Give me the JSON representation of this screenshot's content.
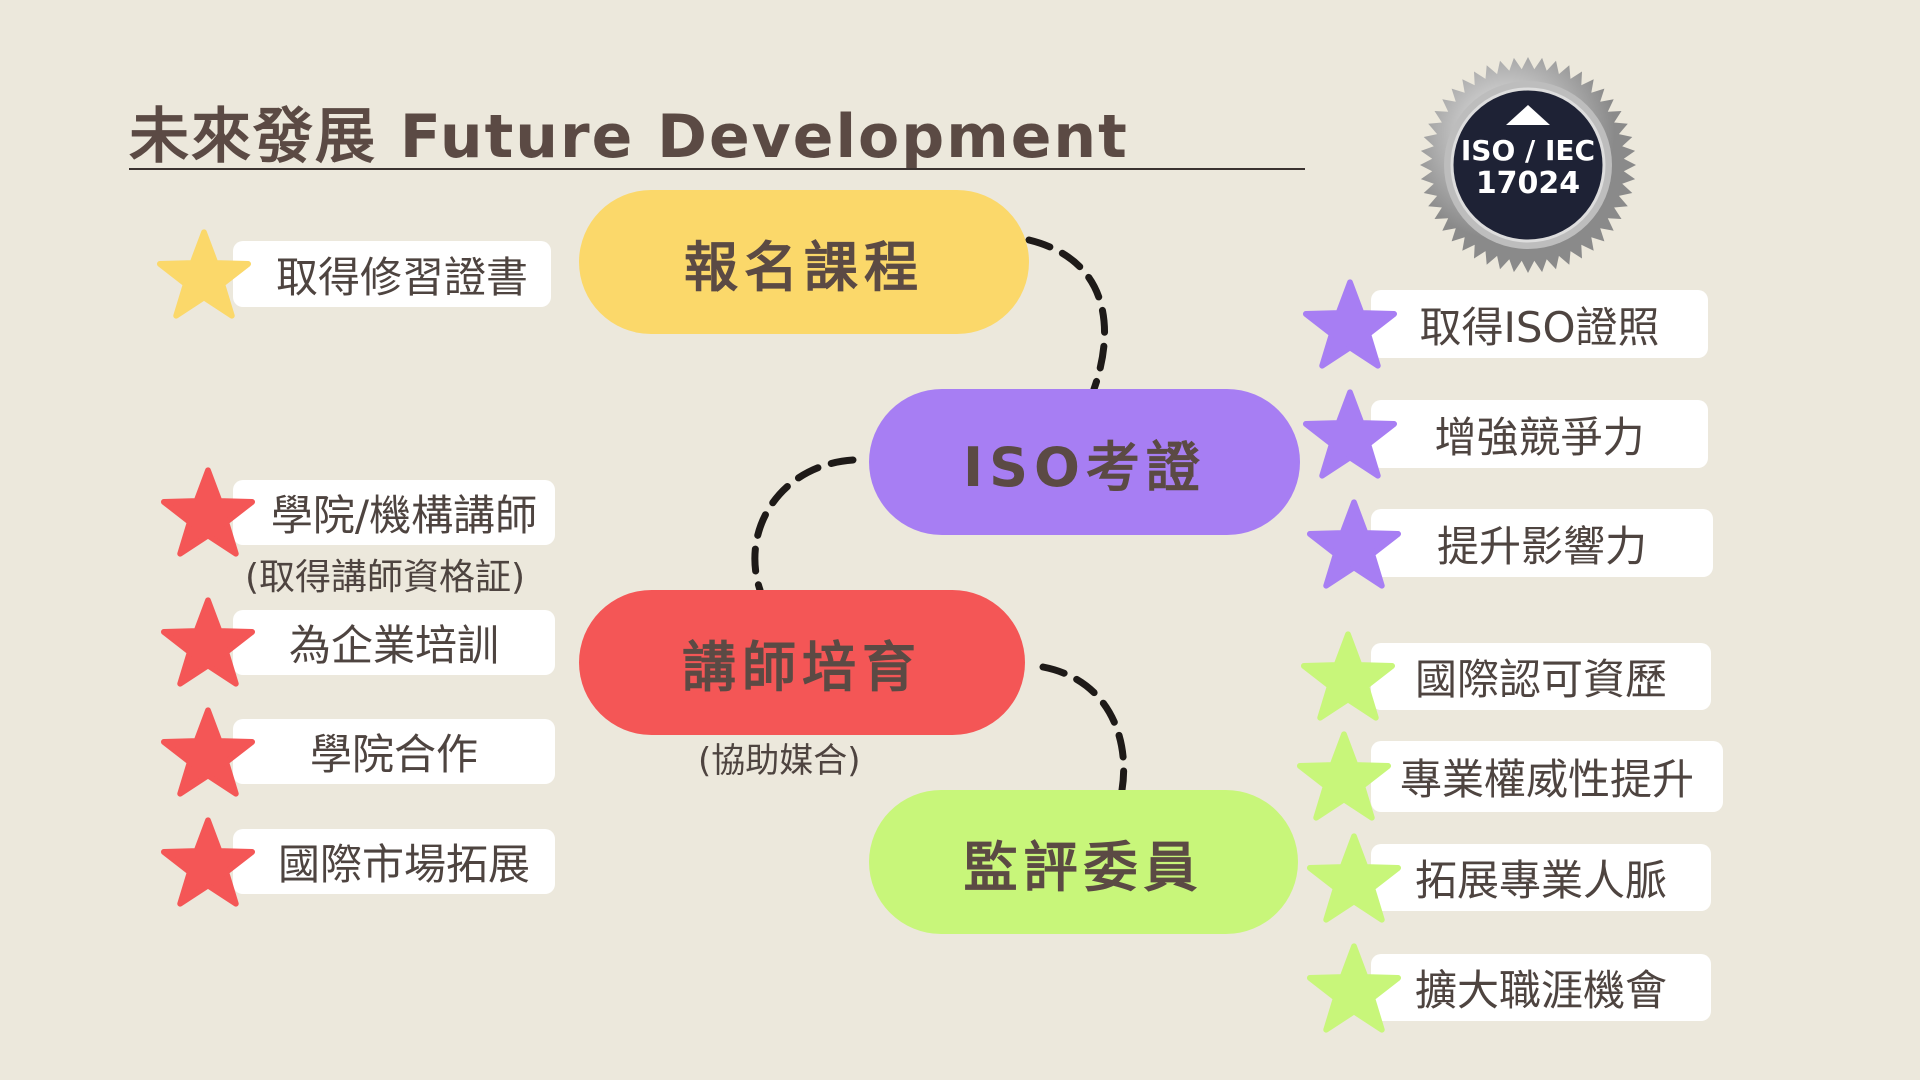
{
  "title": "未來發展  Future Development",
  "badge": {
    "line1": "ISO / IEC",
    "line2": "17024"
  },
  "colors": {
    "background": "#ece8dc",
    "yellow": "#fbd86a",
    "purple": "#a77ef3",
    "red": "#f45656",
    "green": "#c8f67a",
    "text": "#5b4a44"
  },
  "nodes": {
    "enroll": "報名課程",
    "iso": "ISO考證",
    "trainer": "講師培育",
    "trainer_note": "(協助媒合)",
    "assessor": "監評委員"
  },
  "left_items": [
    "取得修習證書",
    "學院/機構講師",
    "為企業培訓",
    "學院合作",
    "國際市場拓展"
  ],
  "left_note": "(取得講師資格証)",
  "iso_items": [
    "取得ISO證照",
    "增強競爭力",
    "提升影響力"
  ],
  "assessor_items": [
    "國際認可資歷",
    "專業權威性提升",
    "拓展專業人脈",
    "擴大職涯機會"
  ]
}
